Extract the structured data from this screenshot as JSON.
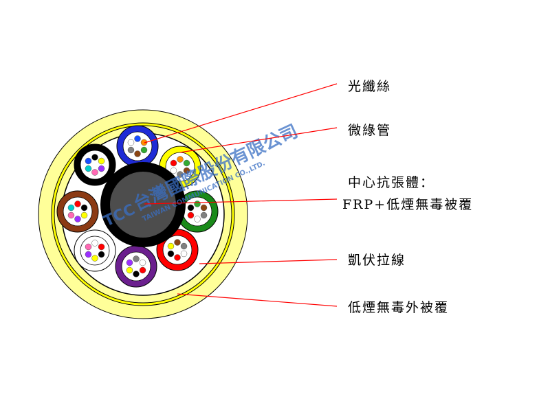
{
  "labels": {
    "fiber": "光纖絲",
    "microtube": "微綠管",
    "center_line1": "中心抗張體：",
    "center_line2": "FRP+低煙無毒被覆",
    "kevlar": "凱伏拉線",
    "jacket": "低煙無毒外被覆"
  },
  "watermark": {
    "logo": "TCC",
    "company": "台灣國際股份有限公司",
    "company_en": "TAIWAN COMMUNICATION CO.,LTD."
  },
  "colors": {
    "outer_jacket": "#ffff99",
    "kevlar_ring": "#ffff00",
    "core": "#ffffff",
    "center_ring": "#000000",
    "center_frp": "#4d4d4d",
    "leader_line": "#ff0000",
    "fiber_colors": [
      "#1a4fff",
      "#ff8c00",
      "#33aa33",
      "#8b4513",
      "#808080",
      "#ffffff",
      "#ff0000",
      "#000000",
      "#ffff00",
      "#9b30ff",
      "#ff69b4",
      "#00cccc"
    ]
  },
  "tubes": [
    {
      "name": "tube-blue",
      "color": "#1f2bd6"
    },
    {
      "name": "tube-yellow",
      "color": "#ffff00"
    },
    {
      "name": "tube-green",
      "color": "#1a8a1a"
    },
    {
      "name": "tube-red",
      "color": "#ff0000"
    },
    {
      "name": "tube-purple",
      "color": "#6b1f8e"
    },
    {
      "name": "tube-white",
      "color": "#ffffff"
    },
    {
      "name": "tube-brown",
      "color": "#8b3a14"
    },
    {
      "name": "tube-black",
      "color": "#000000"
    }
  ]
}
